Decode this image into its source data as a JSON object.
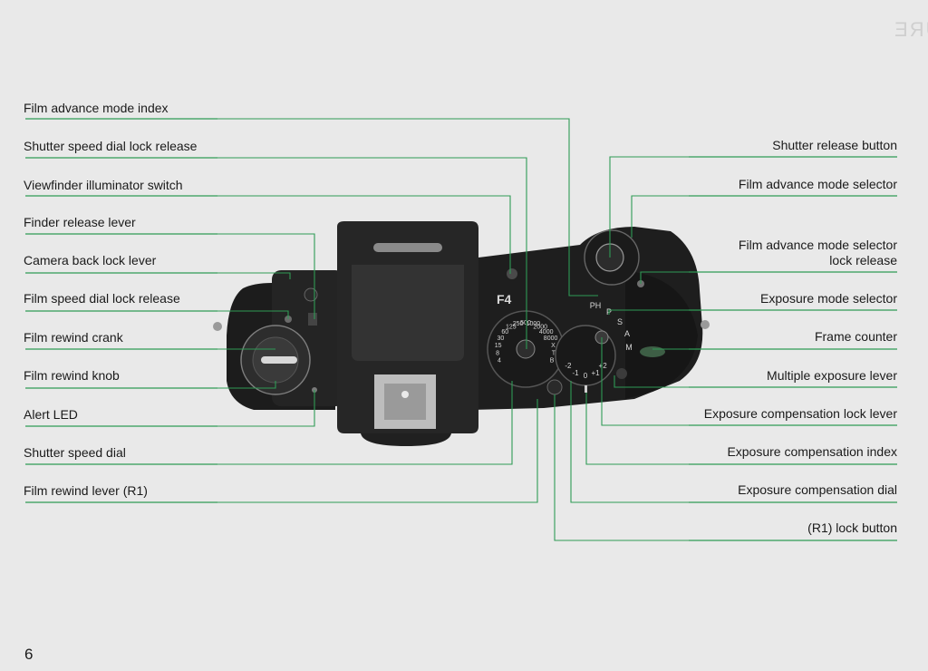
{
  "page_number": "6",
  "watermark": "NOMENCLATURE",
  "camera_marking": "F4",
  "labels_left": [
    "Film advance mode index",
    "Shutter speed dial lock release",
    "Viewfinder illuminator switch",
    "Finder release lever",
    "Camera back lock lever",
    "Film speed dial lock release",
    "Film rewind crank",
    "Film rewind knob",
    "Alert LED",
    "Shutter speed dial",
    "Film rewind lever (R1)"
  ],
  "labels_right": [
    [
      "Shutter release button"
    ],
    [
      "Film advance mode selector"
    ],
    [
      "Film advance mode selector",
      "lock release"
    ],
    [
      "Exposure mode selector"
    ],
    [
      "Frame counter"
    ],
    [
      "Multiple exposure lever"
    ],
    [
      "Exposure compensation lock lever"
    ],
    [
      "Exposure compensation index"
    ],
    [
      "Exposure compensation dial"
    ],
    [
      "(R1) lock button"
    ]
  ],
  "shutter_dial_marks": [
    "4",
    "8",
    "15",
    "30",
    "60",
    "125",
    "250",
    "500",
    "1000",
    "2000",
    "4000",
    "8000",
    "X",
    "T",
    "B"
  ],
  "exposure_mode_marks": [
    "PH",
    "P",
    "S",
    "A",
    "M"
  ],
  "comp_dial_marks": [
    "-2",
    "-1",
    "0",
    "+1",
    "+2"
  ],
  "colors": {
    "leader": "#2f9a55",
    "background": "#e9e9e9",
    "camera": "#1c1c1c"
  }
}
